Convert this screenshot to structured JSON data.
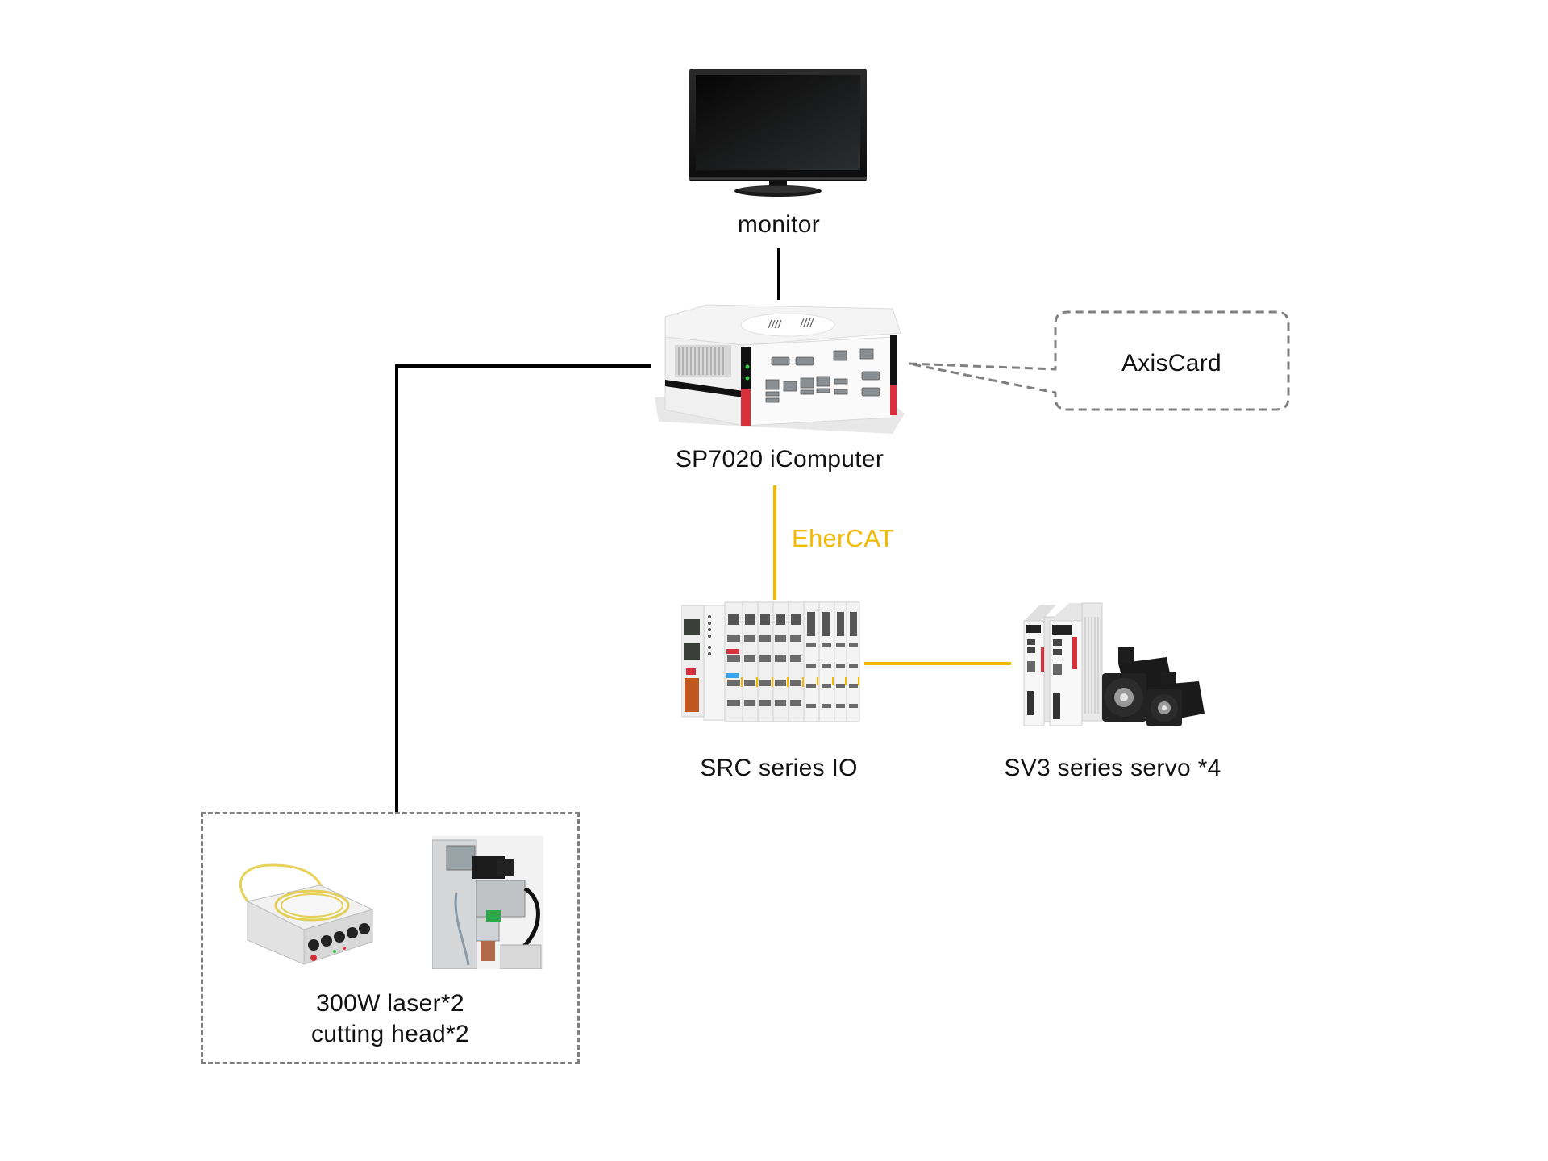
{
  "diagram": {
    "title": "",
    "colors": {
      "wire": "#000000",
      "ethercat": "#F5B800",
      "dashed_border": "#808080",
      "text": "#111111",
      "accent_red": "#D8303A"
    },
    "nodes": {
      "monitor": {
        "label": "monitor",
        "icon": "monitor-icon"
      },
      "icomputer": {
        "label": "SP7020 iComputer",
        "icon": "industrial-pc-icon"
      },
      "axiscard": {
        "label": "AxisCard",
        "icon": "callout-bubble"
      },
      "io": {
        "label": "SRC series IO",
        "icon": "io-module-icon"
      },
      "servo": {
        "label": "SV3 series servo *4",
        "icon": "servo-drive-motor-icon"
      },
      "laser_group": {
        "line1": "300W laser*2",
        "line2": "cutting head*2",
        "icons": [
          "fiber-laser-icon",
          "cutting-head-icon"
        ]
      }
    },
    "connections": [
      {
        "from": "monitor",
        "to": "icomputer",
        "type": "solid"
      },
      {
        "from": "icomputer",
        "to": "laser_group",
        "type": "solid"
      },
      {
        "from": "icomputer",
        "to": "io",
        "type": "ethercat",
        "label": "EherCAT"
      },
      {
        "from": "io",
        "to": "servo",
        "type": "ethercat"
      },
      {
        "from": "icomputer",
        "to": "axiscard",
        "type": "callout-dashed"
      }
    ]
  }
}
